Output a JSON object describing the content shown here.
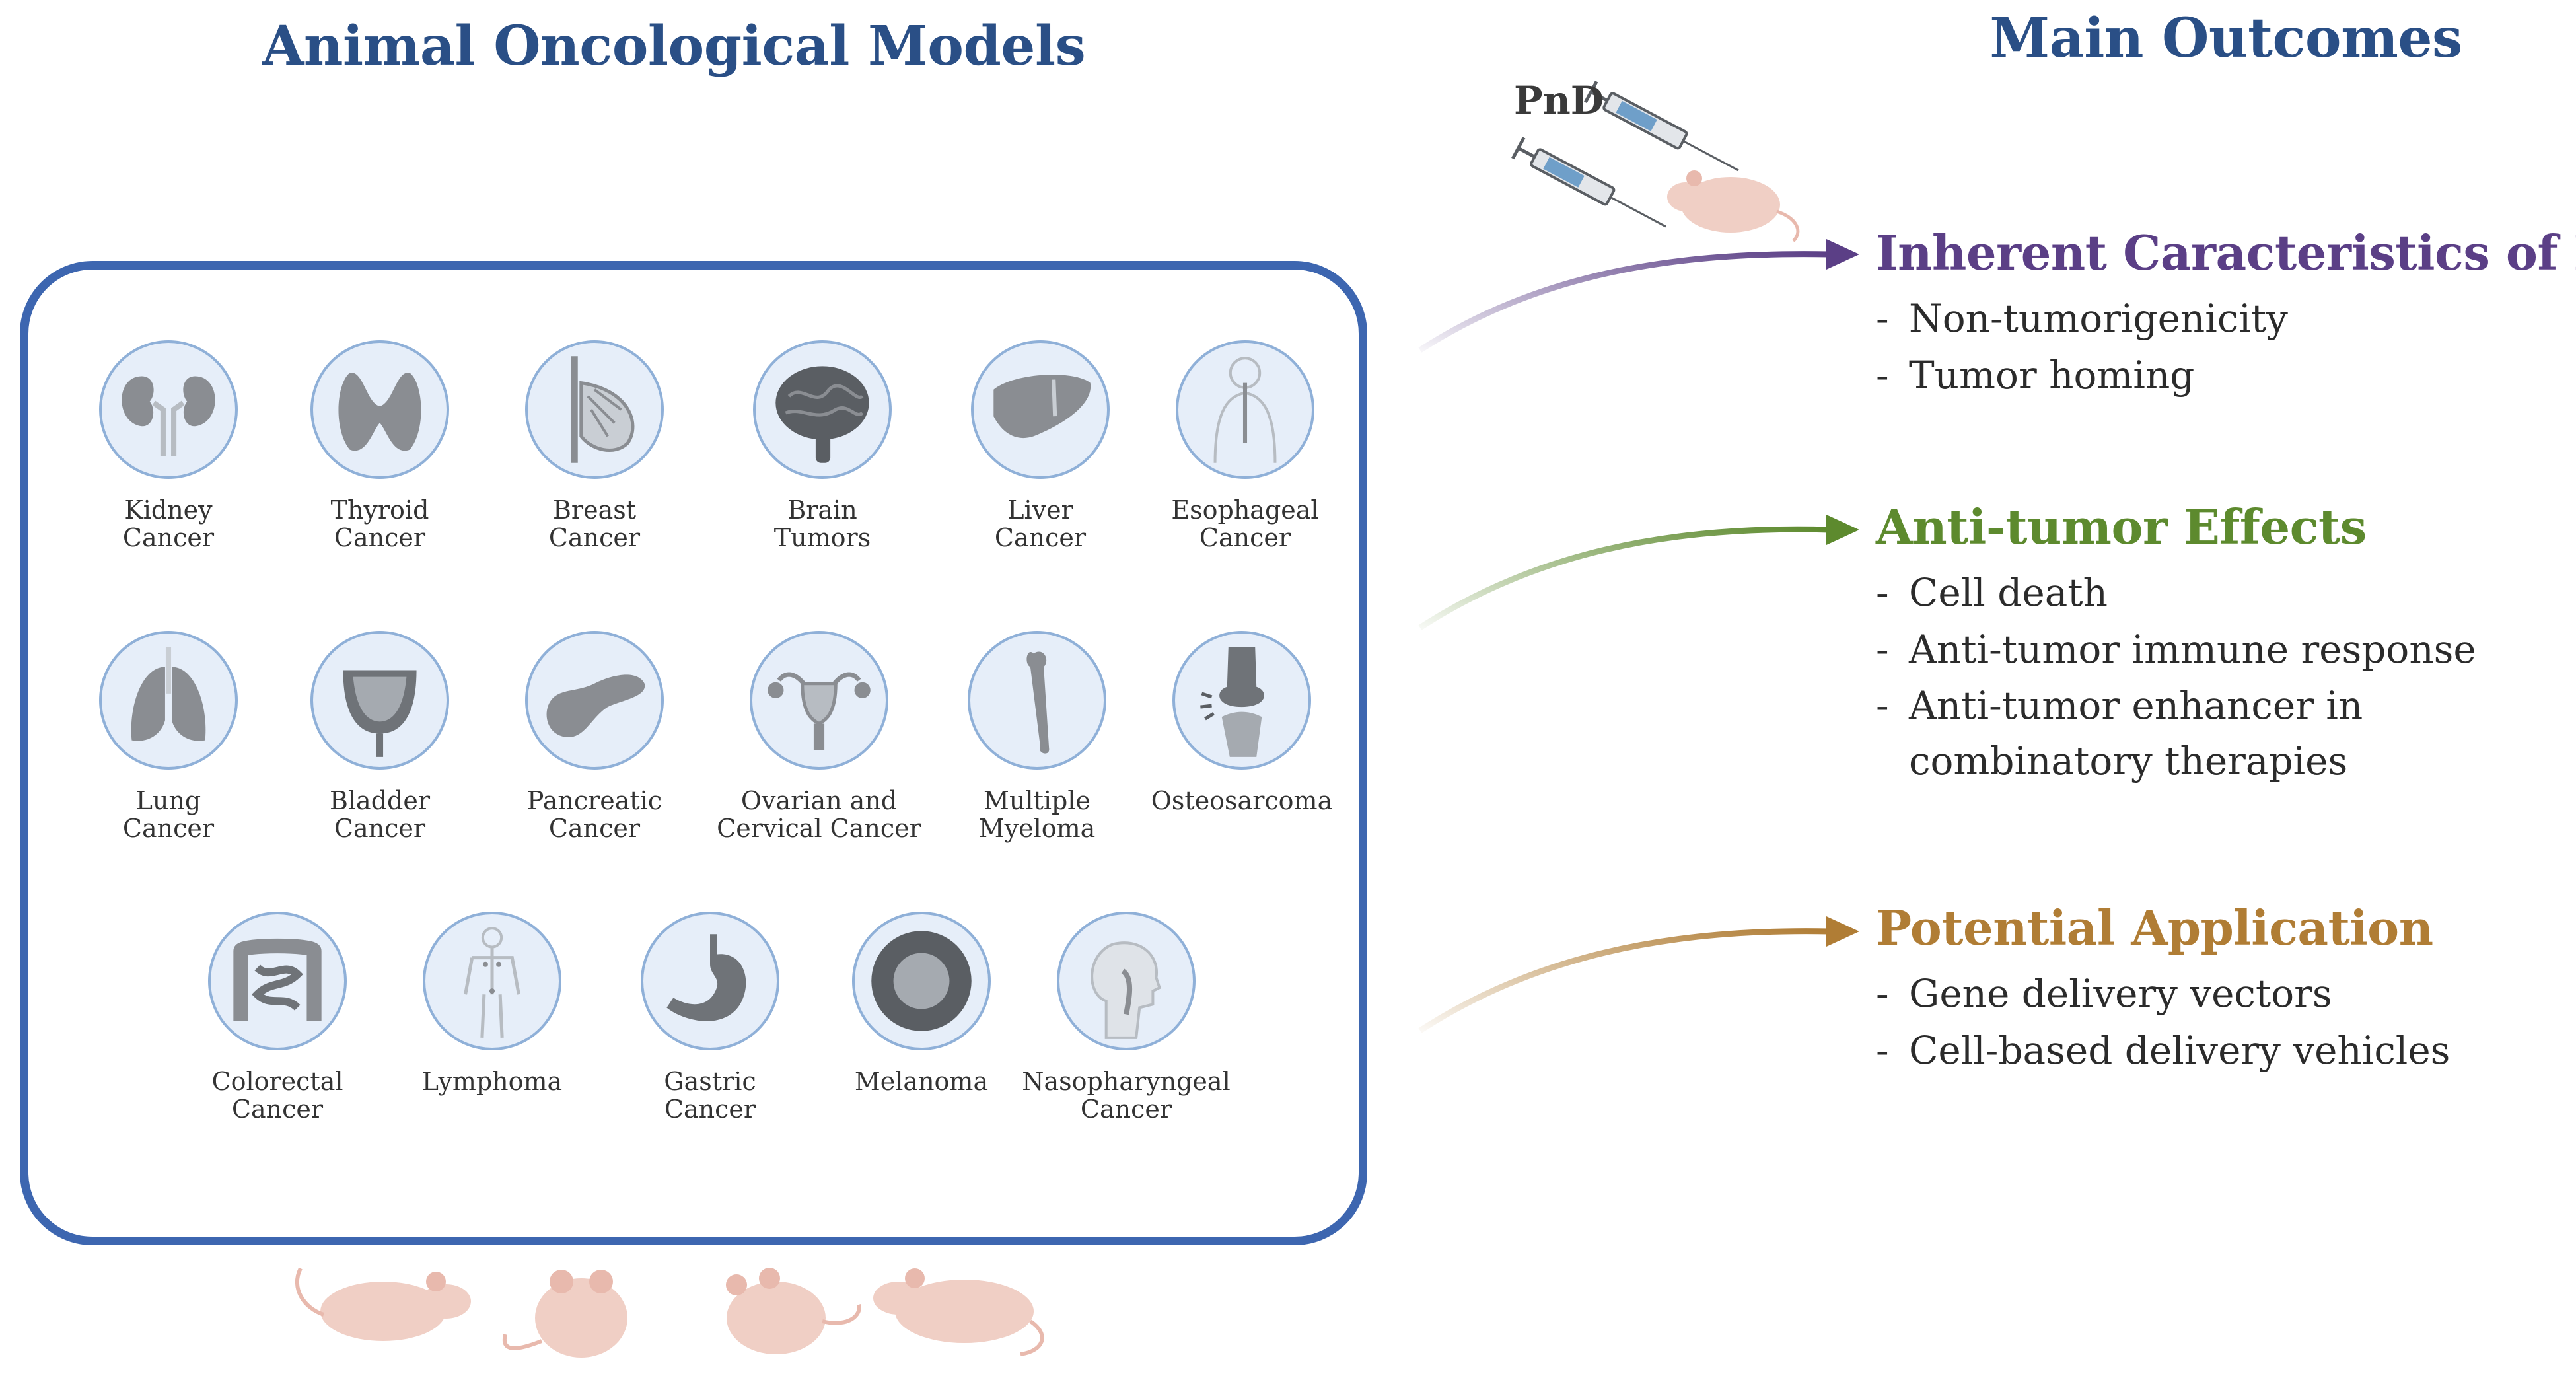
{
  "titles": {
    "left": "Animal Oncological Models",
    "right": "Main Outcomes"
  },
  "pnd_label": "PnD",
  "models": [
    {
      "label": "Kidney\nCancer",
      "icon": "kidney-icon"
    },
    {
      "label": "Thyroid\nCancer",
      "icon": "thyroid-icon"
    },
    {
      "label": "Breast\nCancer",
      "icon": "breast-icon"
    },
    {
      "label": "Brain\nTumors",
      "icon": "brain-icon"
    },
    {
      "label": "Liver\nCancer",
      "icon": "liver-icon"
    },
    {
      "label": "Esophageal\nCancer",
      "icon": "esophagus-icon"
    },
    {
      "label": "Lung\nCancer",
      "icon": "lung-icon"
    },
    {
      "label": "Bladder\nCancer",
      "icon": "bladder-icon"
    },
    {
      "label": "Pancreatic\nCancer",
      "icon": "pancreas-icon"
    },
    {
      "label": "Ovarian and\nCervical Cancer",
      "icon": "uterus-icon"
    },
    {
      "label": "Multiple\nMyeloma",
      "icon": "bone-icon"
    },
    {
      "label": "Osteosarcoma",
      "icon": "knee-joint-icon"
    },
    {
      "label": "Colorectal\nCancer",
      "icon": "colon-icon"
    },
    {
      "label": "Lymphoma",
      "icon": "lymph-body-icon"
    },
    {
      "label": "Gastric\nCancer",
      "icon": "stomach-icon"
    },
    {
      "label": "Melanoma",
      "icon": "melanoma-icon"
    },
    {
      "label": "Nasopharyngeal\nCancer",
      "icon": "head-neck-icon"
    }
  ],
  "outcomes": [
    {
      "title": "Inherent Caracteristics of PnD",
      "color": "#5b3f86",
      "items": [
        "Non-tumorigenicity",
        "Tumor homing"
      ]
    },
    {
      "title": "Anti-tumor Effects",
      "color": "#5d8a2e",
      "items": [
        "Cell death",
        "Anti-tumor immune response",
        "Anti-tumor enhancer in\ncombinatory therapies"
      ]
    },
    {
      "title": "Potential Application",
      "color": "#b07d35",
      "items": [
        "Gene delivery vectors",
        "Cell-based delivery vehicles"
      ]
    }
  ],
  "colors": {
    "title": "#2a4f86",
    "box_border": "#3d66b0",
    "icon_bg": "#e6eef9",
    "organ": "#8a8d92",
    "mouse": "#f0cfc5"
  }
}
